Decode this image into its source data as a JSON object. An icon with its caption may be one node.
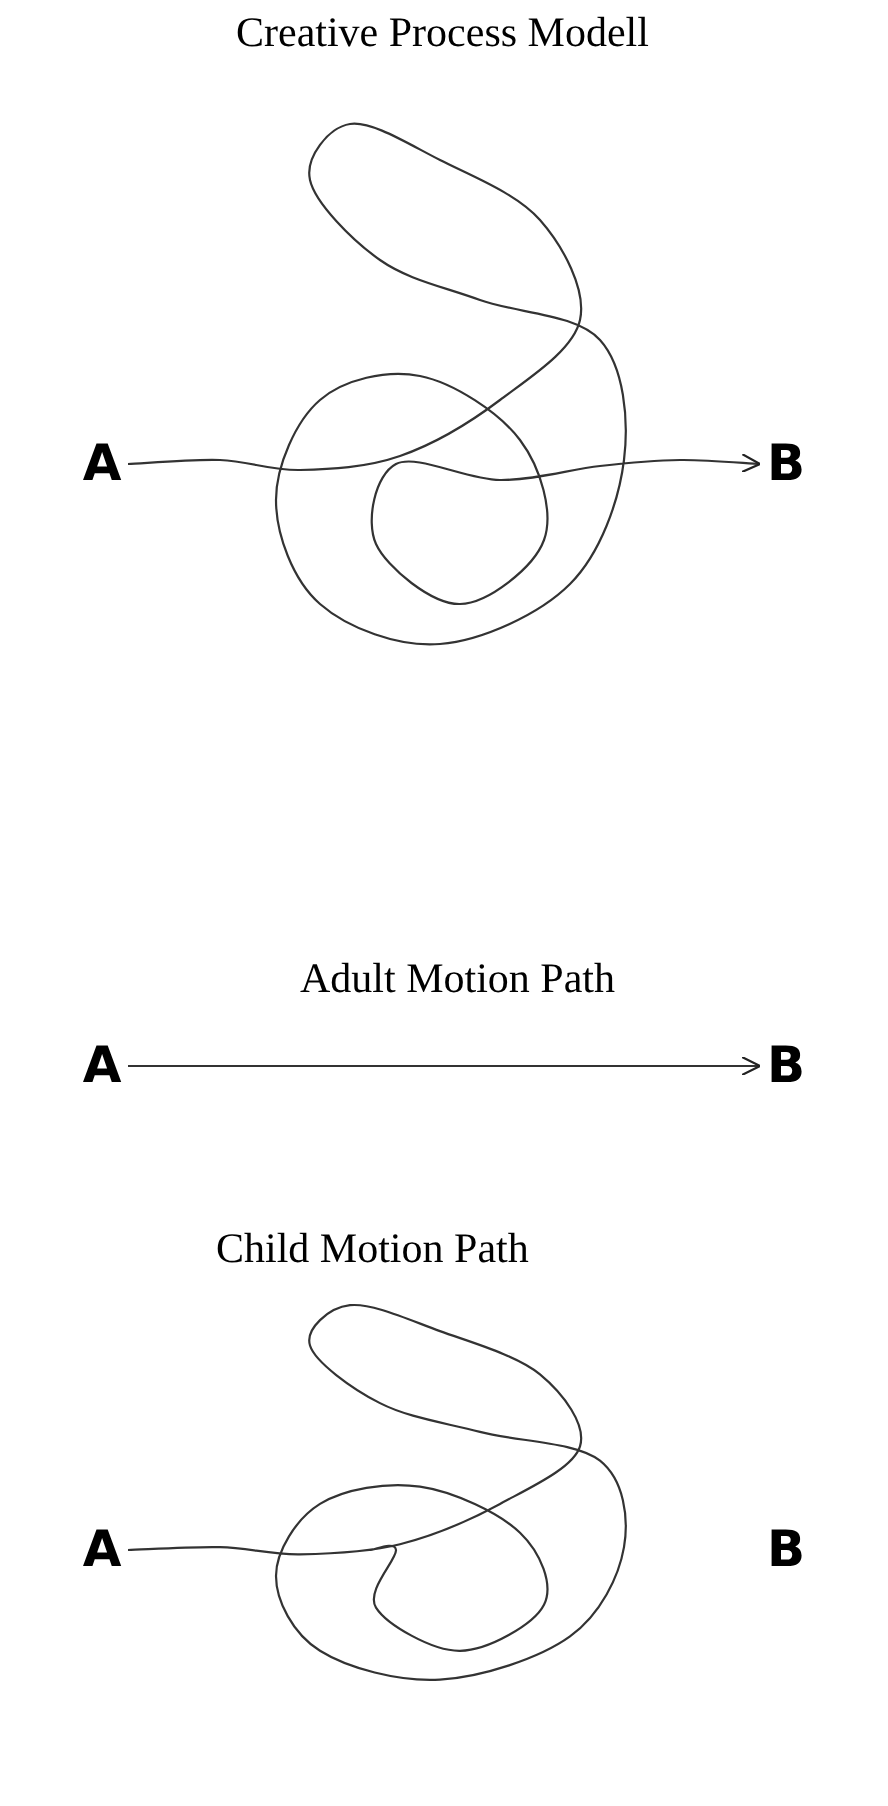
{
  "diagram": {
    "nodes": [
      {
        "text": [
          "A"
        ]
      },
      {
        "text": [
          "B"
        ]
      },
      {
        "text": [
          "A"
        ]
      },
      {
        "text": [
          "B"
        ]
      },
      {
        "text": [
          "A"
        ]
      },
      {
        "text": [
          "B"
        ]
      }
    ],
    "edges": [
      {
        "from": 0,
        "to": 1,
        "arrow": "to"
      },
      {
        "from": 2,
        "to": 3,
        "arrow": "to"
      },
      {
        "from": 4,
        "to": null,
        "arrow": "none"
      }
    ],
    "labels": [
      "Creative Process Modell",
      "Adult Motion Path",
      "Child Motion Path"
    ]
  }
}
